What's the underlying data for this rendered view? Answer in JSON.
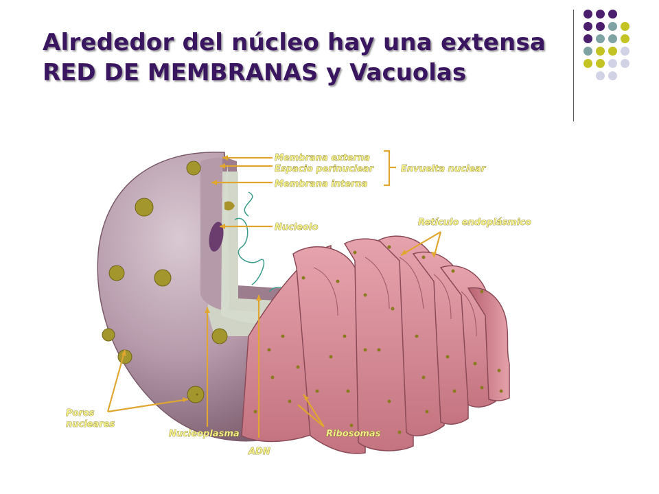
{
  "slide": {
    "title_line1": "Alrededor del núcleo hay una extensa",
    "title_line2": "RED DE MEMBRANAS y Vacuolas"
  },
  "decoration": {
    "dot_colors": {
      "purple": "#4b1e6e",
      "teal": "#7fa3a3",
      "olive": "#c3c324",
      "lavender": "#d2d2e6"
    },
    "dot_grid": [
      [
        "purple",
        "purple",
        "purple",
        ""
      ],
      [
        "purple",
        "purple",
        "teal",
        "olive"
      ],
      [
        "purple",
        "teal",
        "teal",
        "olive"
      ],
      [
        "teal",
        "olive",
        "olive",
        "lavender"
      ],
      [
        "olive",
        "olive",
        "lavender",
        "lavender"
      ],
      [
        "",
        "lavender",
        "lavender",
        ""
      ]
    ]
  },
  "diagram": {
    "labels": {
      "membrana_externa": "Membrana externa",
      "espacio_perinuclear": "Espacio perinuclear",
      "membrana_interna": "Membrana interna",
      "envuelta_nuclear": "Envuelta nuclear",
      "nucleolo": "Nucleolo",
      "reticulo": "Retículo endoplásmico",
      "poros_1": "Poros",
      "poros_2": "nucleares",
      "nucleoplasma": "Nucleoplasma",
      "adn": "ADN",
      "ribosomas": "Ribosomas"
    }
  }
}
